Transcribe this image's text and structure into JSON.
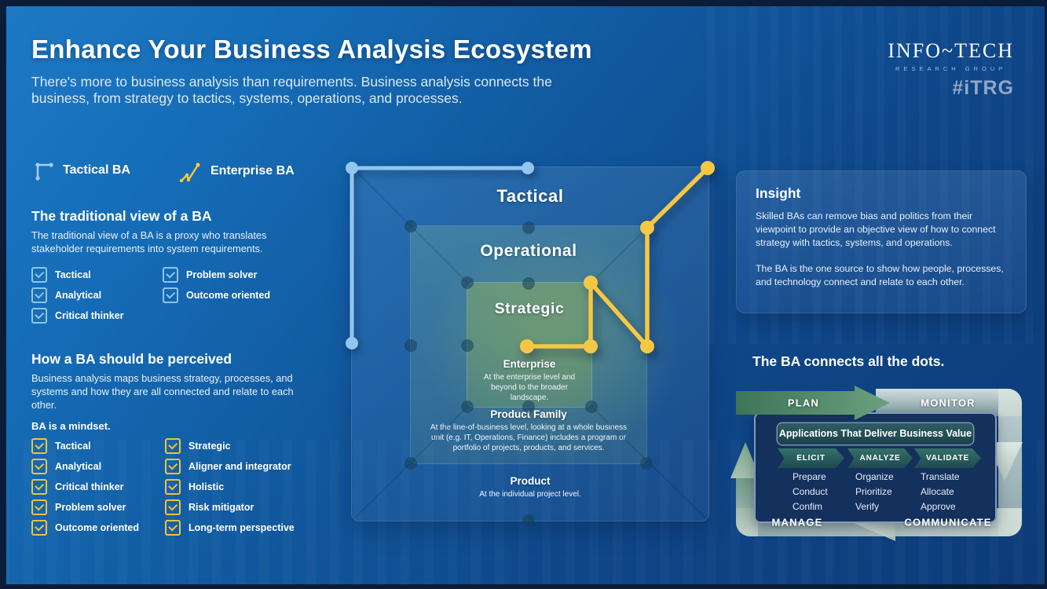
{
  "header": {
    "title": "Enhance Your Business Analysis Ecosystem",
    "subtitle": "There's more to business analysis than requirements. Business analysis connects the business, from strategy to tactics, systems, operations, and processes."
  },
  "logo": {
    "brand": "INFO~TECH",
    "division": "RESEARCH GROUP",
    "hashtag": "#iTRG"
  },
  "legend": {
    "tactical": "Tactical BA",
    "enterprise": "Enterprise BA"
  },
  "traditional": {
    "heading": "The traditional view of a BA",
    "body": "The traditional view of a BA is a proxy who translates stakeholder requirements into system requirements.",
    "col1": [
      "Tactical",
      "Analytical",
      "Critical thinker"
    ],
    "col2": [
      "Problem solver",
      "Outcome oriented"
    ]
  },
  "perceived": {
    "heading": "How a BA should be perceived",
    "body": "Business analysis maps business strategy, processes, and systems and how they are all connected and relate to each other.",
    "mindset": "BA is a mindset.",
    "col1": [
      "Tactical",
      "Analytical",
      "Critical thinker",
      "Problem solver",
      "Outcome oriented"
    ],
    "col2": [
      "Strategic",
      "Aligner and integrator",
      "Holistic",
      "Risk mitigator",
      "Long-term perspective"
    ]
  },
  "diagram": {
    "outer": "Tactical",
    "middle": "Operational",
    "inner": "Strategic",
    "enterprise_title": "Enterprise",
    "enterprise_body": "At the enterprise level and beyond to the broader landscape.",
    "family_title": "Product Family",
    "family_body": "At the line-of-business level, looking at a whole business unit (e.g. IT, Operations, Finance) includes a program or portfolio of projects, products, and services.",
    "product_title": "Product",
    "product_body": "At the individual project level."
  },
  "insight": {
    "heading": "Insight",
    "p1": "Skilled BAs can remove bias and politics from their viewpoint to provide an objective view of how to connect strategy with tactics, systems, and operations.",
    "p2": "The BA is the one source to show how people, processes, and technology connect and relate to each other."
  },
  "connects": {
    "heading": "The BA connects all the dots.",
    "plan": "PLAN",
    "monitor": "MONITOR",
    "manage": "MANAGE",
    "communicate": "COMMUNICATE",
    "banner": "Applications That Deliver Business Value",
    "phases": [
      {
        "label": "ELICIT",
        "steps": [
          "Prepare",
          "Conduct",
          "Confim"
        ]
      },
      {
        "label": "ANALYZE",
        "steps": [
          "Organize",
          "Prioritize",
          "Verify"
        ]
      },
      {
        "label": "VALIDATE",
        "steps": [
          "Translate",
          "Allocate",
          "Approve"
        ]
      }
    ]
  },
  "colors": {
    "tactical_line": "#92c6ef",
    "enterprise_line": "#f4c844",
    "blue_checkbox": "#8ec4ee",
    "yellow_checkbox": "#f0c33c",
    "plan_arrow_green": "#4a8565",
    "cycle_band_light": "#cfdcd6",
    "background_top": "#1e7ac6",
    "background_bottom": "#0d3a78"
  }
}
